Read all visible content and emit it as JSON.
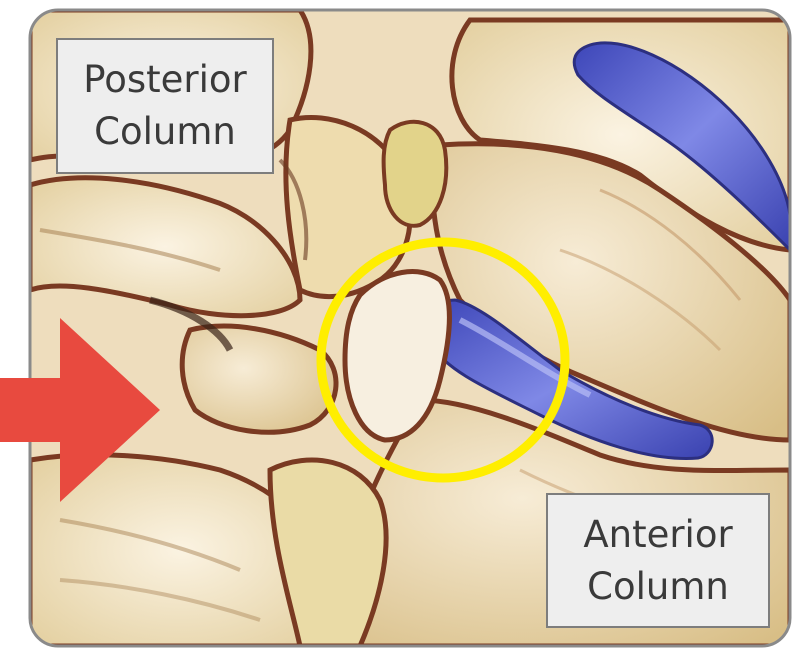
{
  "labels": {
    "posterior": {
      "line1": "Posterior",
      "line2": "Column"
    },
    "anterior": {
      "line1": "Anterior",
      "line2": "Column"
    }
  },
  "colors": {
    "frame": "#8a8a8a",
    "bone_light": "#f2e6cf",
    "bone_yellow": "#e6d79b",
    "bone_outline": "#7a3a22",
    "disc_blue": "#4b55c9",
    "disc_highlight": "#9aa2ee",
    "highlight_circle": "#ffee00",
    "arrow": "#e84a3f"
  },
  "icons": {
    "arrow": "right-arrow",
    "circle": "highlight-ring"
  }
}
